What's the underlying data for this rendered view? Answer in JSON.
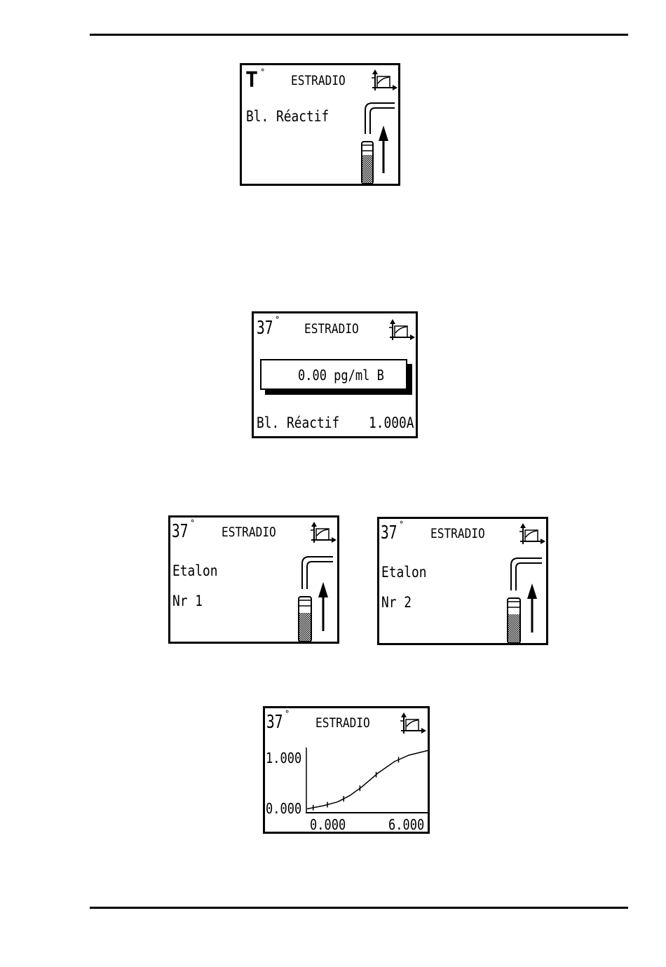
{
  "screen1": {
    "temp": "T",
    "degree": "°",
    "title": "ESTRADIO",
    "line1": "Bl. Réactif",
    "icons": [
      "graph-icon",
      "pipe-icon",
      "up-arrow-icon",
      "tube-icon"
    ]
  },
  "screen2": {
    "temp": "37",
    "degree": "°",
    "title": "ESTRADIO",
    "result": "0.00 pg/ml  B",
    "footer_label": "Bl. Réactif",
    "footer_value": "1.000A",
    "icons": [
      "graph-icon"
    ]
  },
  "screen3": {
    "temp": "37",
    "degree": "°",
    "title": "ESTRADIO",
    "line1": "Etalon",
    "line2": "Nr 1",
    "icons": [
      "graph-icon",
      "pipe-icon",
      "up-arrow-icon",
      "tube-icon"
    ]
  },
  "screen4": {
    "temp": "37",
    "degree": "°",
    "title": "ESTRADIO",
    "line1": "Etalon",
    "line2": "Nr 2",
    "icons": [
      "graph-icon",
      "pipe-icon",
      "up-arrow-icon",
      "tube-icon"
    ]
  },
  "screen5": {
    "temp": "37",
    "degree": "°",
    "title": "ESTRADIO",
    "ymax": "1.000",
    "ymin": "0.000",
    "xmin": "0.000",
    "xmax": "6.000",
    "icons": [
      "graph-icon"
    ]
  },
  "chart_data": {
    "type": "line",
    "x": [
      0.0,
      0.8,
      1.5,
      2.1,
      2.7,
      3.5,
      4.3,
      5.0,
      6.0
    ],
    "y": [
      0.05,
      0.1,
      0.16,
      0.26,
      0.4,
      0.62,
      0.8,
      0.9,
      0.98
    ],
    "markers_x": [
      0.3,
      1.0,
      1.8,
      2.6,
      3.4,
      4.5
    ],
    "xlim": [
      0.0,
      6.0
    ],
    "ylim": [
      0.0,
      1.0
    ],
    "xtick_labels": [
      "0.000",
      "6.000"
    ],
    "ytick_labels": [
      "1.000",
      "0.000"
    ]
  }
}
